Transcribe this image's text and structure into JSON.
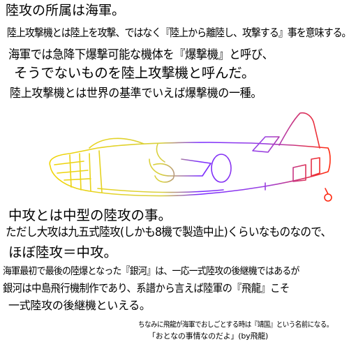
{
  "text": {
    "line1": "陸攻の所属は海軍。",
    "line2": "陸上攻撃機とは陸上を攻撃、ではなく『陸上から離陸し、攻撃する』事を意味する。",
    "line3": "海軍では急降下爆撃可能な機体を『爆撃機』と呼び、",
    "line4": "そうでないものを陸上攻撃機と呼んだ。",
    "line5": "陸上攻撃機とは世界の基準でいえば爆撃機の一種。",
    "line6": "中攻とは中型の陸攻の事。",
    "line7": "ただし大攻は九五式陸攻(しかも8機で製造中止)くらいなものなので、",
    "line8": "ほぼ陸攻＝中攻。",
    "line9": "海軍最初で最後の陸爆となった『銀河』は、一応一式陸攻の後継機ではあるが",
    "line10": "銀河は中島飛行機制作であり、系譜から言えば陸軍の『飛龍』こそ",
    "line11": "一式陸攻の後継機といえる。",
    "line12": "ちなみに飛龍が海軍でおしごとする時は『靖国』という名前になる。",
    "line13": "「おとなの事情なのだよ」(by飛龍)"
  },
  "illustration": {
    "subject": "aircraft-line-drawing",
    "gradient_colors": [
      "#f2d400",
      "#7a2cff",
      "#ff2a10"
    ]
  }
}
